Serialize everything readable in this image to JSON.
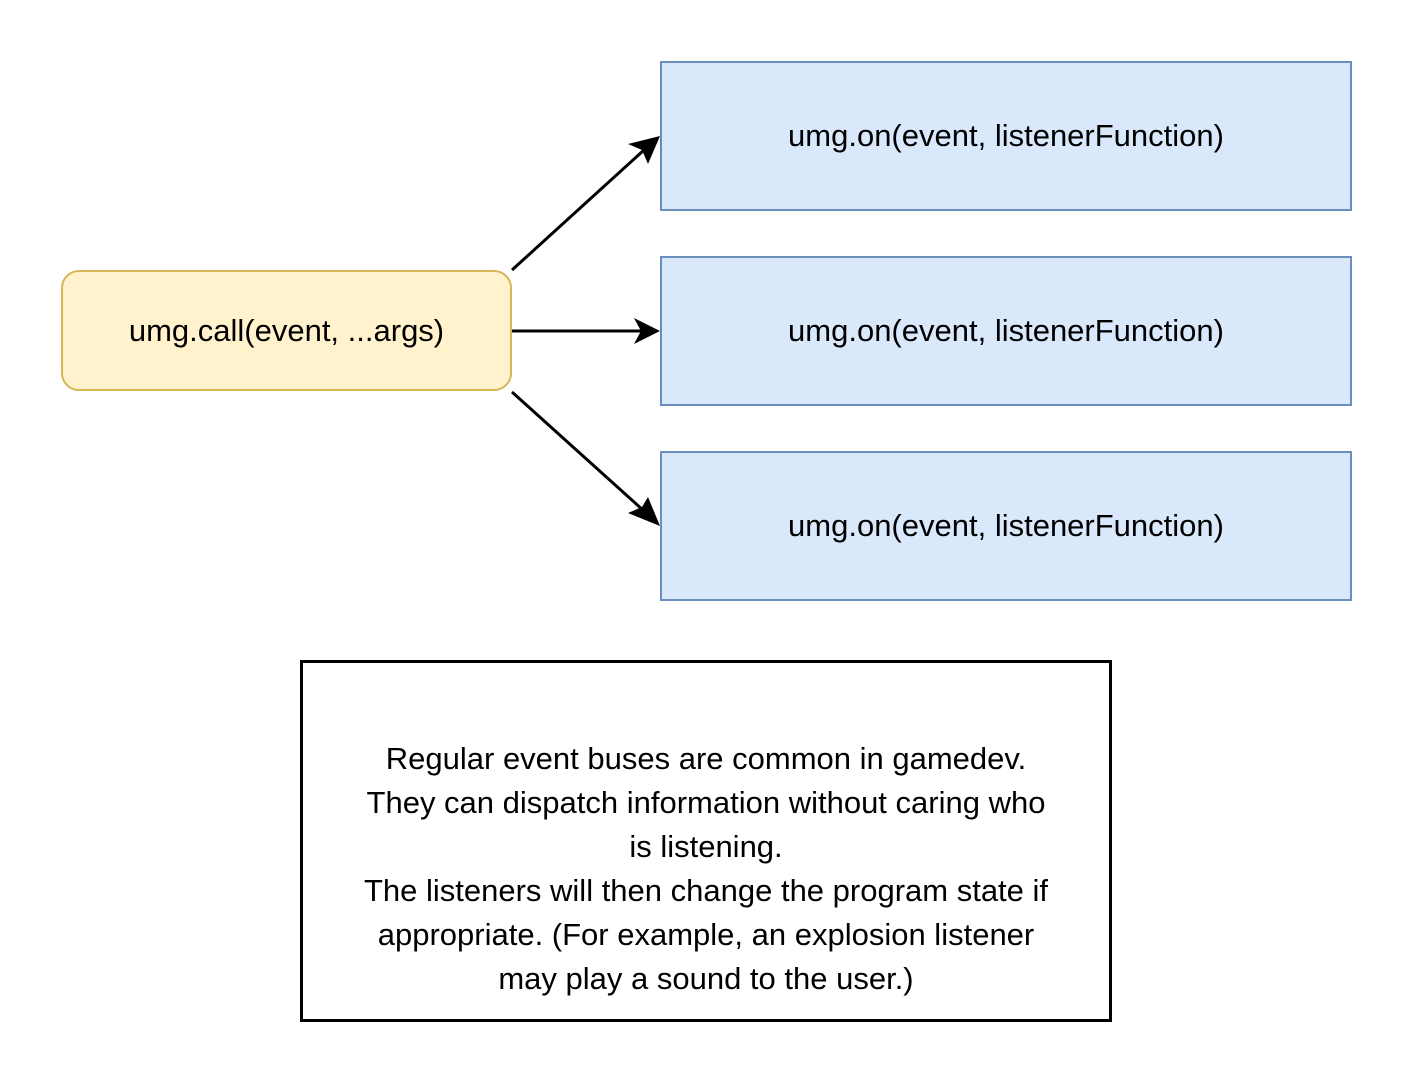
{
  "caller": {
    "label": "umg.call(event, ...args)"
  },
  "listeners": [
    {
      "label": "umg.on(event, listenerFunction)"
    },
    {
      "label": "umg.on(event, listenerFunction)"
    },
    {
      "label": "umg.on(event, listenerFunction)"
    }
  ],
  "note": {
    "lines": [
      "Regular event buses are common in gamedev.",
      "They can dispatch information without caring who",
      "is listening.",
      "The listeners will then change the program state if",
      "appropriate. (For example, an explosion listener",
      "may play a sound to the user.)"
    ]
  },
  "colors": {
    "caller_fill": "#fff2cc",
    "caller_stroke": "#d6b656",
    "listener_fill": "#dae8fc",
    "listener_stroke": "#6c8ebf",
    "arrow": "#000000"
  }
}
